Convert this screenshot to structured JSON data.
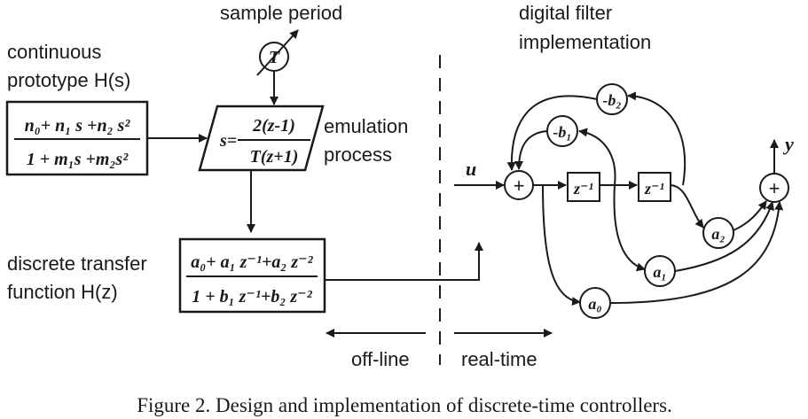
{
  "labels": {
    "sample_period": "sample period",
    "continuous_line1": "continuous",
    "continuous_line2": "prototype H(s)",
    "emulation_line1": "emulation",
    "emulation_line2": "process",
    "discrete_line1": "discrete transfer",
    "discrete_line2": "function H(z)",
    "digital_line1": "digital filter",
    "digital_line2": "implementation",
    "offline": "off-line",
    "realtime": "real-time"
  },
  "caption": "Figure 2.  Design and implementation of discrete-time controllers.",
  "symbols": {
    "T": "T",
    "u": "u",
    "y": "y",
    "plus": "+"
  },
  "hs_box": {
    "num": "n₀+ n₁ s +n₂ s²",
    "den": "1 + m₁s +m₂s²"
  },
  "emulation_box": {
    "lhs": "s=",
    "num": "2(z-1)",
    "den": "T(z+1)"
  },
  "hz_box": {
    "num": "a₀+ a₁ z⁻¹+a₂ z⁻²",
    "den": "1 + b₁ z⁻¹+b₂ z⁻²"
  },
  "filter": {
    "delay": "z⁻¹",
    "neg_b2": "-b₂",
    "neg_b1": "-b₁",
    "a0": "a₀",
    "a1": "a₁",
    "a2": "a₂"
  }
}
